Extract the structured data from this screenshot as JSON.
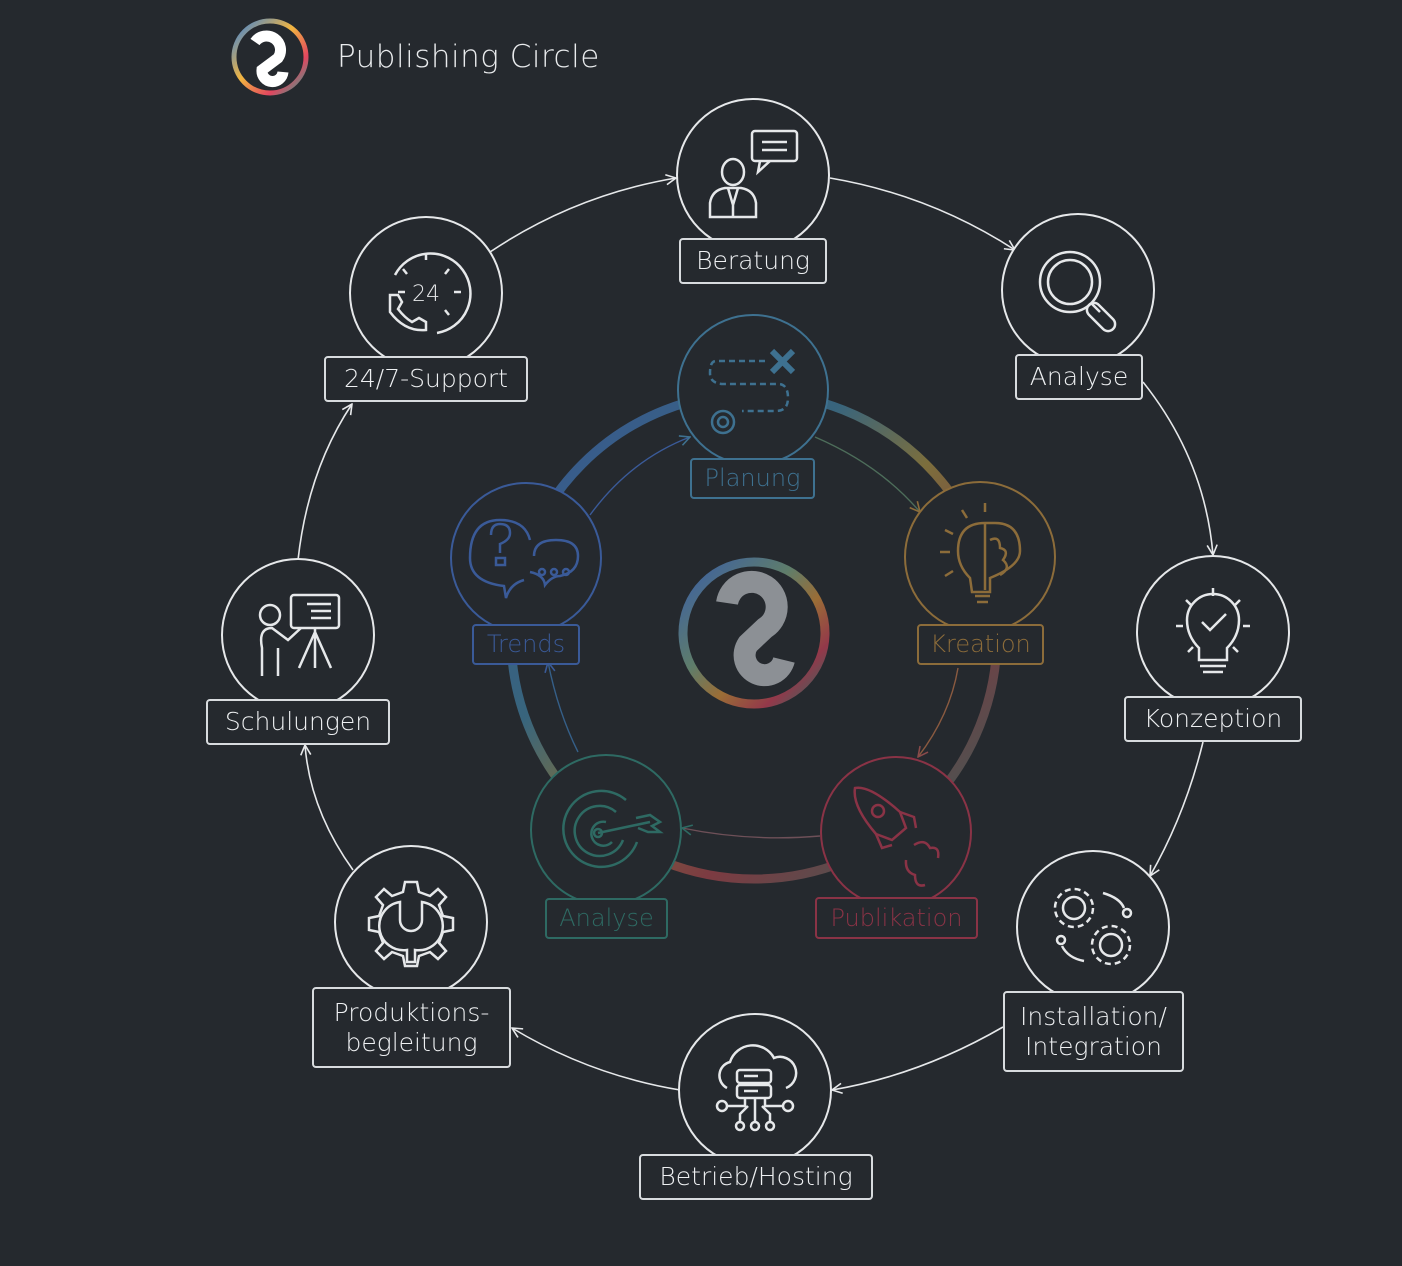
{
  "header": {
    "title": "Publishing Circle",
    "logo_icon": "publishing-circle-logo-icon"
  },
  "colors": {
    "background": "#25292e",
    "outer_stroke": "#e6e8ea",
    "planung": "#3e7190",
    "kreation": "#8c6c3a",
    "publikation": "#8a3346",
    "analyse_inner": "#2e6a63",
    "trends": "#3a5a98"
  },
  "outer_cycle": {
    "nodes": [
      {
        "id": "beratung",
        "label": "Beratung",
        "icon": "consultant-chat-icon"
      },
      {
        "id": "analyse",
        "label": "Analyse",
        "icon": "magnifier-icon"
      },
      {
        "id": "konzeption",
        "label": "Konzeption",
        "icon": "lightbulb-check-icon"
      },
      {
        "id": "installation",
        "label": "Installation/\nIntegration",
        "icon": "gears-icon"
      },
      {
        "id": "betrieb",
        "label": "Betrieb/Hosting",
        "icon": "cloud-server-icon"
      },
      {
        "id": "produktion",
        "label": "Produktions-\nbegleitung",
        "icon": "gear-wrench-icon"
      },
      {
        "id": "schulungen",
        "label": "Schulungen",
        "icon": "presenter-board-icon"
      },
      {
        "id": "support",
        "label": "24/7-Support",
        "icon": "phone-24h-icon"
      }
    ]
  },
  "inner_cycle": {
    "center_icon": "publishing-circle-center-logo-icon",
    "nodes": [
      {
        "id": "planung",
        "label": "Planung",
        "icon": "route-plan-icon"
      },
      {
        "id": "kreation",
        "label": "Kreation",
        "icon": "lightbulb-brain-icon"
      },
      {
        "id": "publikation",
        "label": "Publikation",
        "icon": "rocket-icon"
      },
      {
        "id": "analyse2",
        "label": "Analyse",
        "icon": "target-arrow-icon"
      },
      {
        "id": "trends",
        "label": "Trends",
        "icon": "question-chat-icon"
      }
    ]
  }
}
